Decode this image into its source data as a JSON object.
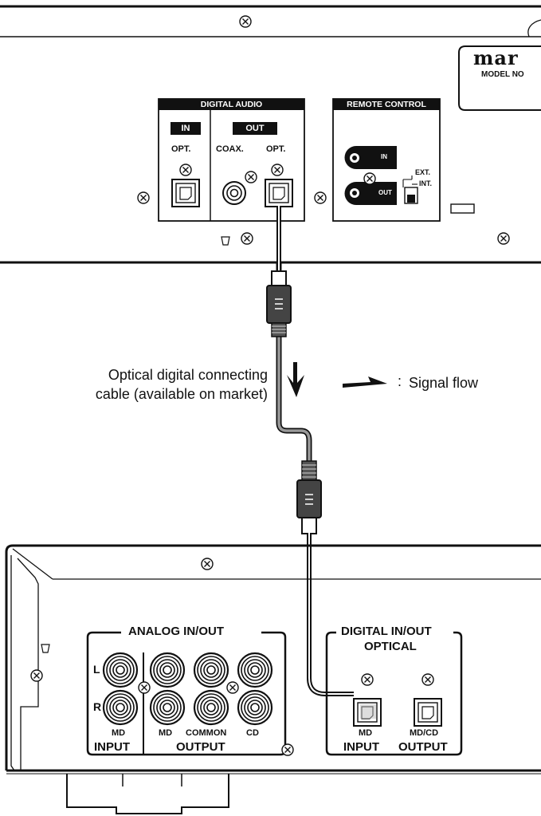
{
  "top_unit": {
    "brand": "mar",
    "model": "MODEL NO",
    "digital_audio": {
      "title": "DIGITAL AUDIO",
      "in_label": "IN",
      "out_label": "OUT",
      "in_opt": "OPT.",
      "coax": "COAX.",
      "out_opt": "OPT."
    },
    "remote_control": {
      "title": "REMOTE CONTROL",
      "in_label": "IN",
      "out_label": "OUT",
      "ext": "EXT.",
      "int": "INT."
    }
  },
  "cable": {
    "caption_line1": "Optical digital connecting",
    "caption_line2": "cable (available on market)"
  },
  "legend": {
    "separator": ":",
    "label": "Signal flow"
  },
  "bottom_unit": {
    "analog": {
      "title": "ANALOG IN/OUT",
      "l": "L",
      "r": "R",
      "md_in": "MD",
      "input": "INPUT",
      "md_out": "MD",
      "common": "COMMON",
      "cd": "CD",
      "output": "OUTPUT"
    },
    "digital": {
      "title": "DIGITAL IN/OUT",
      "optical": "OPTICAL",
      "md": "MD",
      "mdcd": "MD/CD",
      "input": "INPUT",
      "output": "OUTPUT"
    }
  }
}
